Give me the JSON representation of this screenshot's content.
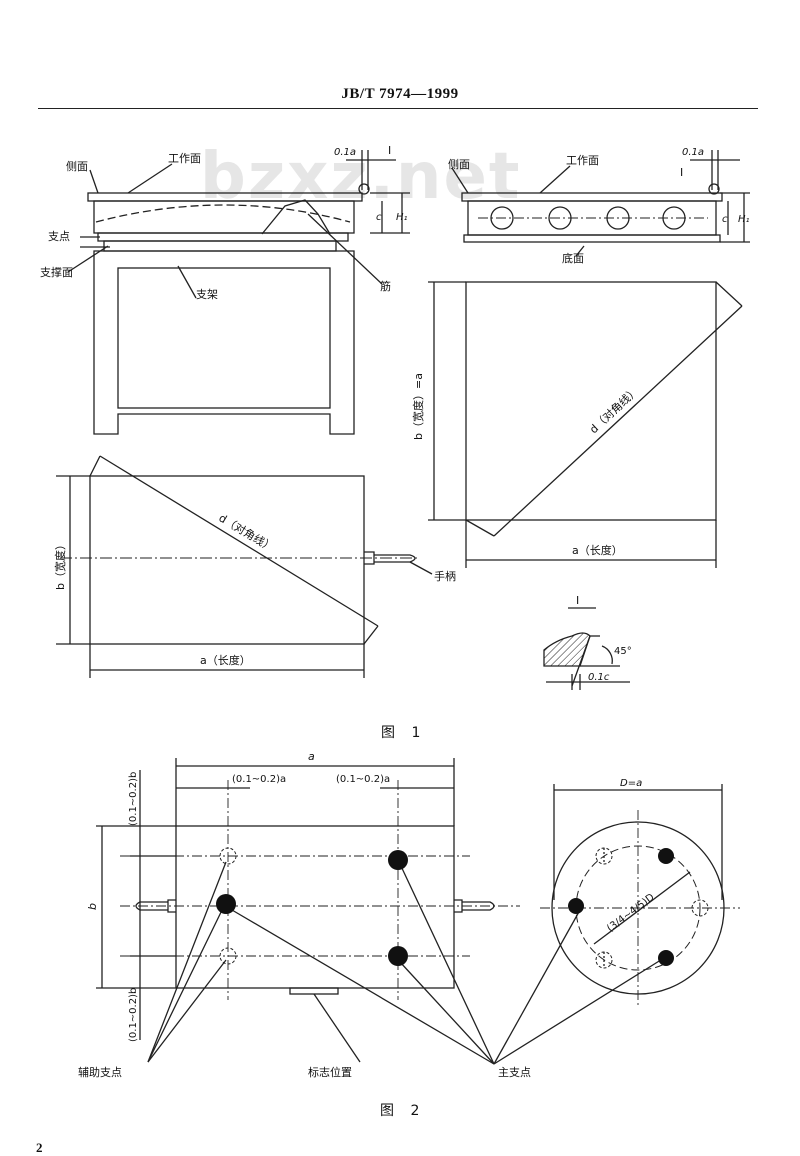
{
  "header": {
    "standard_code": "JB/T  7974—1999"
  },
  "watermark": "bzxz.net",
  "figure1": {
    "caption": "图 1",
    "side_view": {
      "label_side": "侧面",
      "label_work_face": "工作面",
      "label_pivot": "支点",
      "label_support_face": "支撑面",
      "label_stand": "支架",
      "label_rib": "筋",
      "label_chamfer": "0.1a",
      "label_detail_ref": "I",
      "label_c": "c",
      "label_h": "H₁"
    },
    "side_view2": {
      "label_side": "侧面",
      "label_work_face": "工作面",
      "label_bottom": "底面",
      "label_chamfer": "0.1a",
      "label_detail_ref": "I",
      "label_c": "c",
      "label_h": "H₁"
    },
    "square_plan": {
      "label_width": "b（宽度）=a",
      "label_diagonal": "d（对角线）",
      "label_length": "a（长度）"
    },
    "rect_plan": {
      "label_width": "b（宽度）",
      "label_diagonal": "d（对角线）",
      "label_length": "a（长度）",
      "label_handle": "手柄"
    },
    "detail": {
      "label_title": "I",
      "label_angle": "45°",
      "label_chamfer": "0.1c"
    }
  },
  "figure2": {
    "caption": "图 2",
    "rect": {
      "label_a": "a",
      "label_b": "b",
      "label_offset_left": "(0.1~0.2)a",
      "label_offset_right": "(0.1~0.2)a",
      "label_offset_top": "(0.1~0.2)b",
      "label_offset_bottom": "(0.1~0.2)b"
    },
    "circle": {
      "label_d": "D=a",
      "label_pcd": "(3/4~4/5)D"
    },
    "label_aux_points": "辅助支点",
    "label_mark_position": "标志位置",
    "label_main_points": "主支点"
  },
  "page_number": "2"
}
